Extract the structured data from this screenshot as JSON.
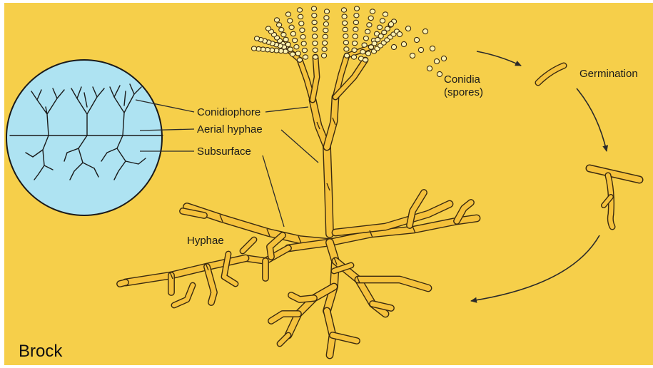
{
  "labels": {
    "conidia": "Conidia",
    "spores": "(spores)",
    "germination": "Germination",
    "conidiophore": "Conidiophore",
    "aerial_hyphae": "Aerial hyphae",
    "subsurface": "Subsurface",
    "hyphae": "Hyphae"
  },
  "credit": "Brock",
  "colors": {
    "background": "#f6cf4a",
    "hypha_fill": "#f5c23c",
    "outline": "#3a2a10",
    "inset_circle": "#aee3f2"
  }
}
